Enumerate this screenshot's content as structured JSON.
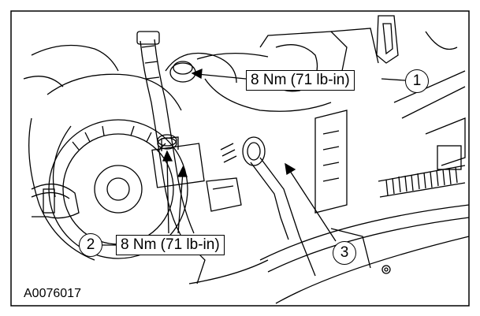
{
  "figure": {
    "id": "A0076017",
    "callouts": [
      {
        "number": "1",
        "torque": "8 Nm (71 lb-in)"
      },
      {
        "number": "2",
        "torque": "8 Nm (71 lb-in)"
      },
      {
        "number": "3"
      }
    ],
    "colors": {
      "line": "#000000",
      "background": "#ffffff"
    }
  }
}
